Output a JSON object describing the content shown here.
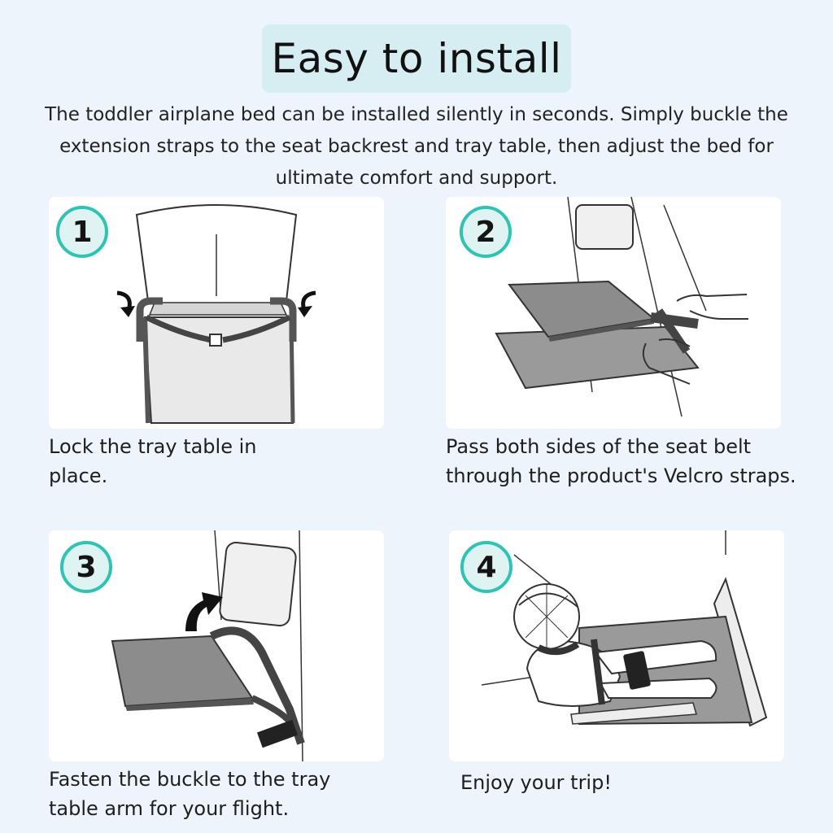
{
  "header": {
    "title": "Easy to install",
    "intro": "The toddler airplane bed can be installed silently in seconds. Simply buckle the extension straps to the seat backrest and tray table, then adjust the bed for ultimate comfort and support."
  },
  "steps": [
    {
      "number": "1",
      "caption": "Lock the tray table in place."
    },
    {
      "number": "2",
      "caption": "Pass both sides of the seat belt through the product's Velcro straps."
    },
    {
      "number": "3",
      "caption": "Fasten the buckle to the tray table arm for your flight."
    },
    {
      "number": "4",
      "caption": "Enjoy your trip!"
    }
  ],
  "colors": {
    "background": "#eef4fc",
    "title_highlight": "#d6eef2",
    "badge_ring": "#2fc3b4",
    "badge_fill": "#dff3f2",
    "tray_gray": "#8c8c8c"
  }
}
